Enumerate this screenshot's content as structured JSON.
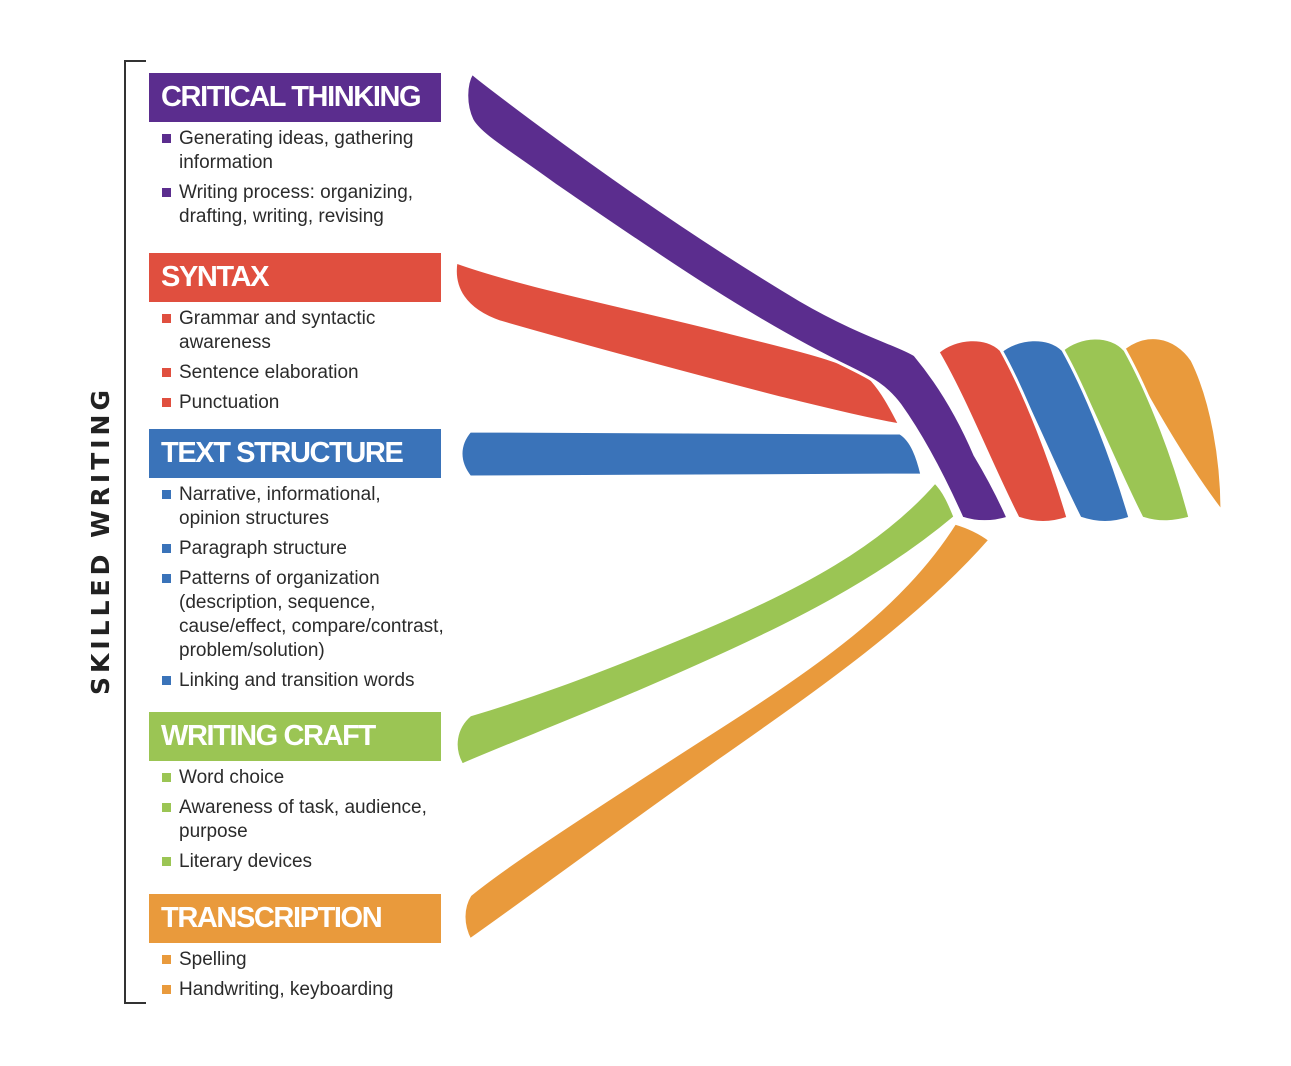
{
  "side_label": "SKILLED WRITING",
  "colors": {
    "critical_thinking": "#5b2d8e",
    "syntax": "#e04f3f",
    "text_structure": "#3a73b9",
    "writing_craft": "#9bc554",
    "transcription": "#e99a3c"
  },
  "strands": [
    {
      "key": "critical_thinking",
      "title": "CRITICAL THINKING",
      "items": [
        "Generating ideas, gathering information",
        "Writing process: organizing, drafting, writing, revising"
      ]
    },
    {
      "key": "syntax",
      "title": "SYNTAX",
      "items": [
        "Grammar and syntactic awareness",
        "Sentence elaboration",
        "Punctuation"
      ]
    },
    {
      "key": "text_structure",
      "title": "TEXT STRUCTURE",
      "items": [
        "Narrative, informational, opinion structures",
        "Paragraph structure",
        "Patterns of organization (description, sequence, cause/effect, compare/contrast, problem/solution)",
        "Linking and transition words"
      ]
    },
    {
      "key": "writing_craft",
      "title": "WRITING CRAFT",
      "items": [
        "Word choice",
        "Awareness of task, audience, purpose",
        "Literary devices"
      ]
    },
    {
      "key": "transcription",
      "title": "TRANSCRIPTION",
      "items": [
        "Spelling",
        "Handwriting, keyboarding"
      ]
    }
  ]
}
